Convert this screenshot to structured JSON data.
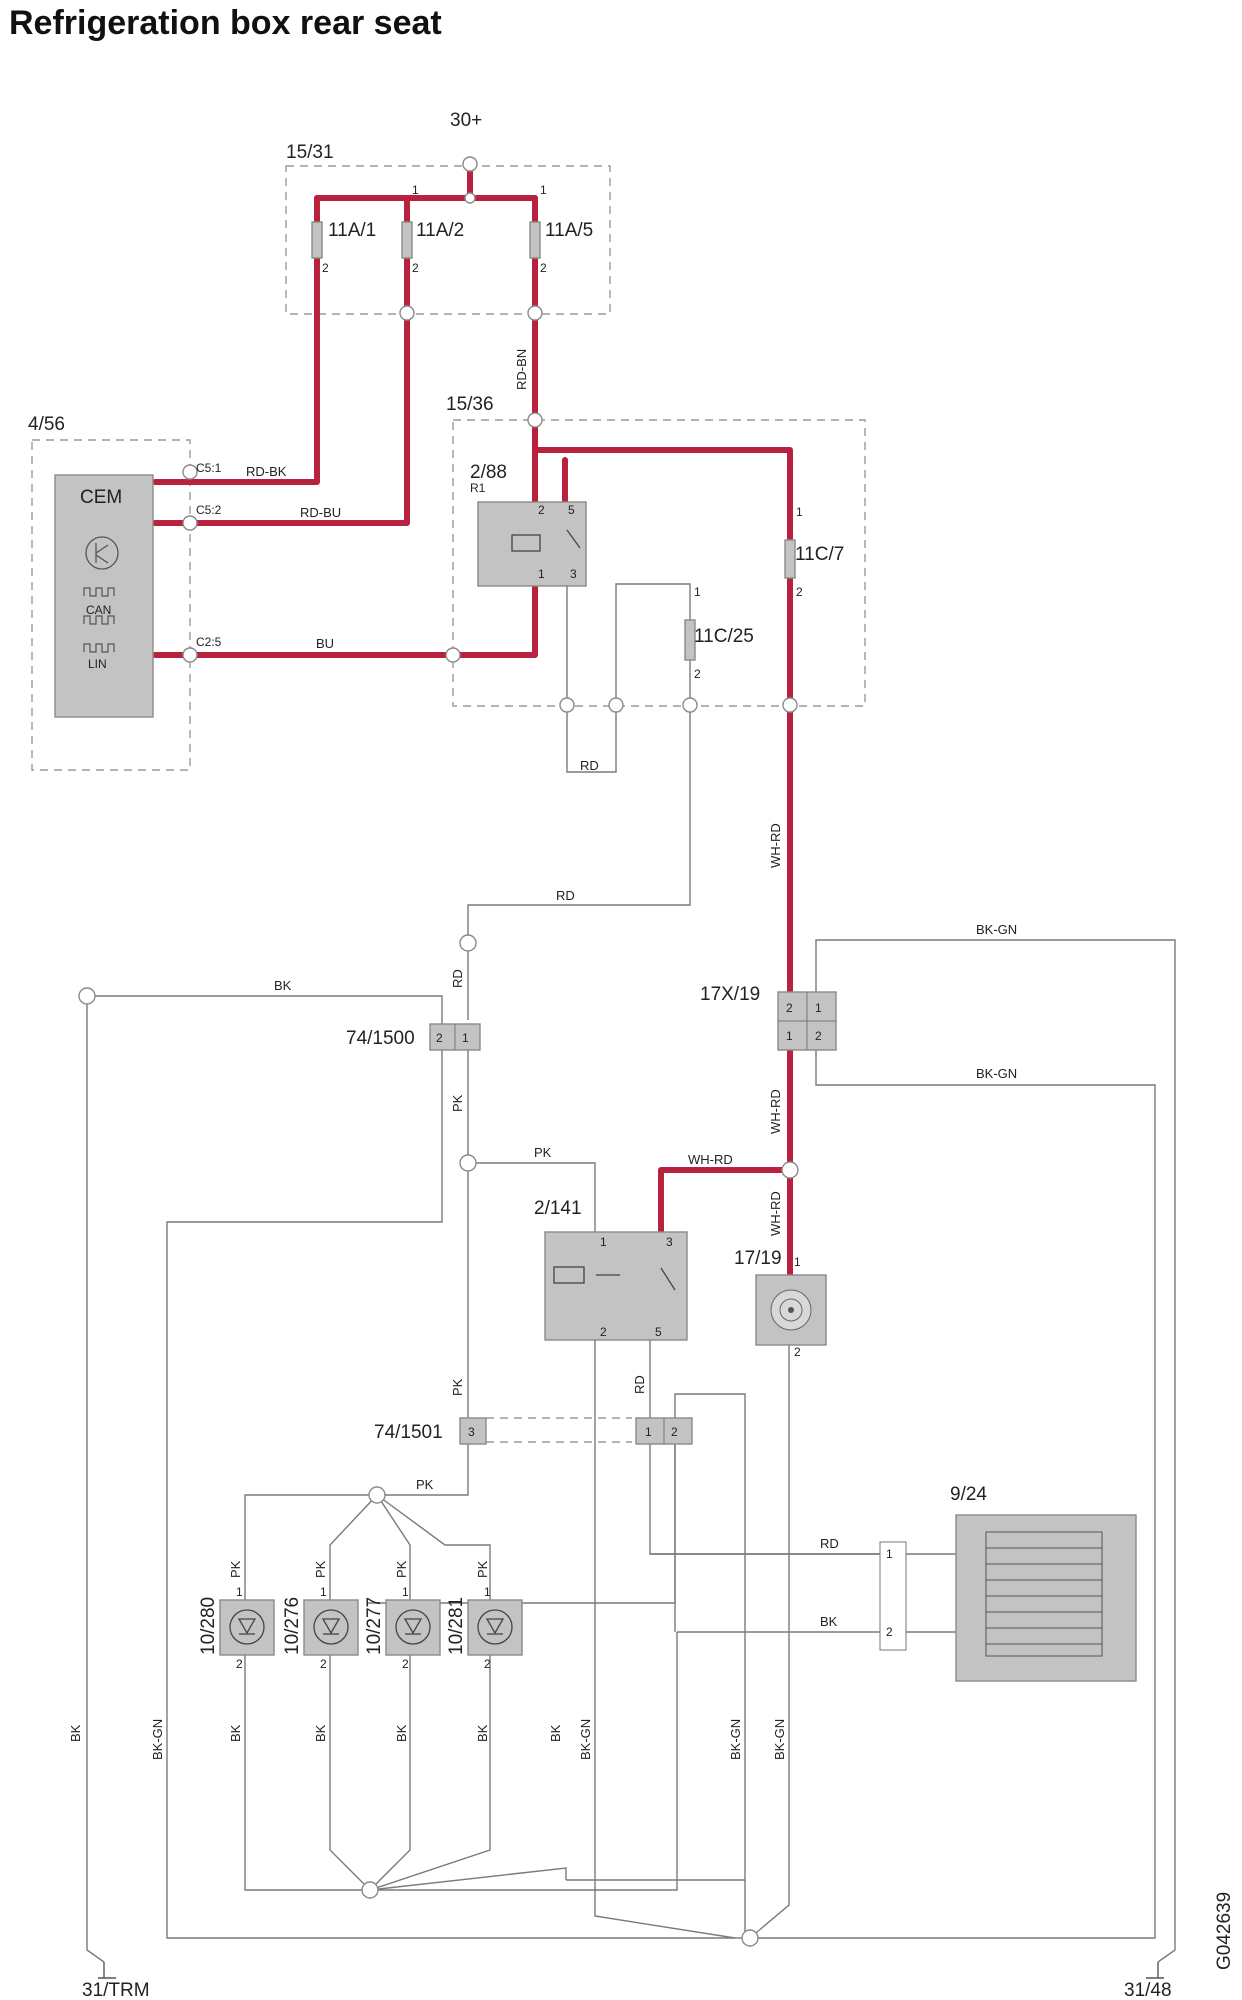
{
  "title": "Refrigeration box rear seat",
  "doc_id": "G042639",
  "components": {
    "cem": {
      "ref": "4/56",
      "name": "CEM",
      "can": "CAN",
      "lin": "LIN"
    },
    "fusebox_a": {
      "ref": "15/31",
      "supply": "30+",
      "fuse1": "11A/1",
      "fuse2": "11A/2",
      "fuse3": "11A/5"
    },
    "fusebox_b": {
      "ref": "15/36",
      "relay": "2/88",
      "relay_sub": "R1",
      "fuse1": "11C/7",
      "fuse2": "11C/25"
    },
    "connector_1500": {
      "ref": "74/1500"
    },
    "connector_1501": {
      "ref": "74/1501"
    },
    "connector_17x": {
      "ref": "17X/19"
    },
    "relay_141": {
      "ref": "2/141"
    },
    "socket": {
      "ref": "17/19"
    },
    "cooler": {
      "ref": "9/24"
    },
    "leds": [
      {
        "ref": "10/280"
      },
      {
        "ref": "10/276"
      },
      {
        "ref": "10/277"
      },
      {
        "ref": "10/281"
      }
    ],
    "ground_left": "31/TRM",
    "ground_right": "31/48"
  },
  "pins": {
    "c51": "C5:1",
    "c52": "C5:2",
    "c25": "C2:5",
    "p1": "1",
    "p2": "2",
    "p3": "3",
    "p5": "5"
  },
  "wires": {
    "rd_bk": "RD-BK",
    "rd_bu": "RD-BU",
    "bu": "BU",
    "rd_bn": "RD-BN",
    "rd": "RD",
    "wh_rd": "WH-RD",
    "bk": "BK",
    "bk_gn": "BK-GN",
    "pk": "PK"
  },
  "colors": {
    "power_wire": "#b8223f",
    "thin_wire": "#7a7a7a",
    "component_fill": "#c3c3c3"
  }
}
